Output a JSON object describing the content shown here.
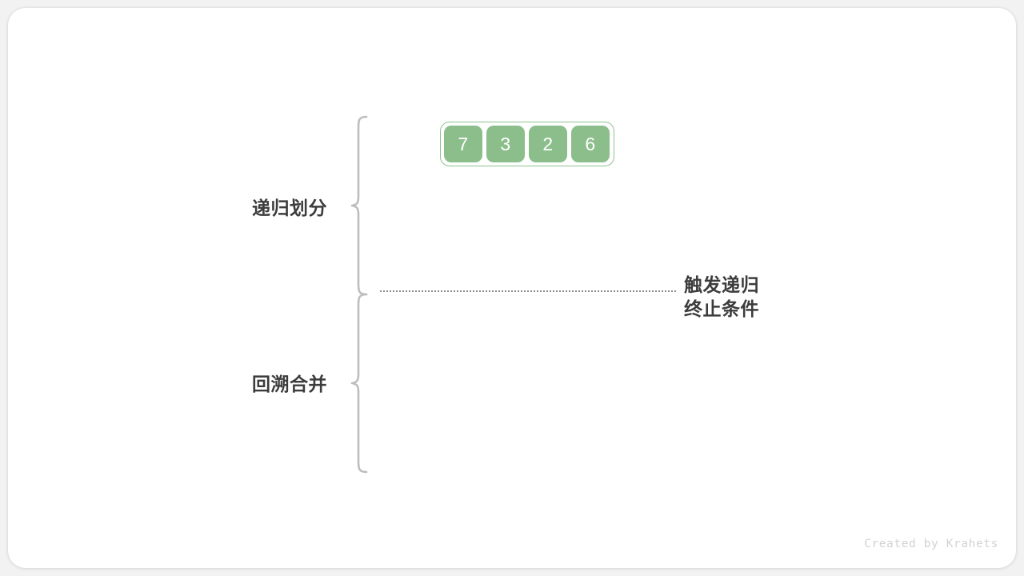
{
  "figure": {
    "title_hidden": "",
    "background_color": "#f2f2f2",
    "card_color": "#ffffff",
    "accent_color": "#8cbe8c",
    "text_color": "#3c3c3c",
    "line_color": "#8a8a8a"
  },
  "array": {
    "name": "merge-sort-input-array",
    "cells": [
      {
        "value": "7"
      },
      {
        "value": "3"
      },
      {
        "value": "2"
      },
      {
        "value": "6"
      }
    ]
  },
  "phases": {
    "divide": {
      "label": "递归划分"
    },
    "merge": {
      "label": "回溯合并"
    }
  },
  "annotation": {
    "line1": "触发递归",
    "line2": "终止条件"
  },
  "credit": {
    "text": "Created by Krahets"
  }
}
